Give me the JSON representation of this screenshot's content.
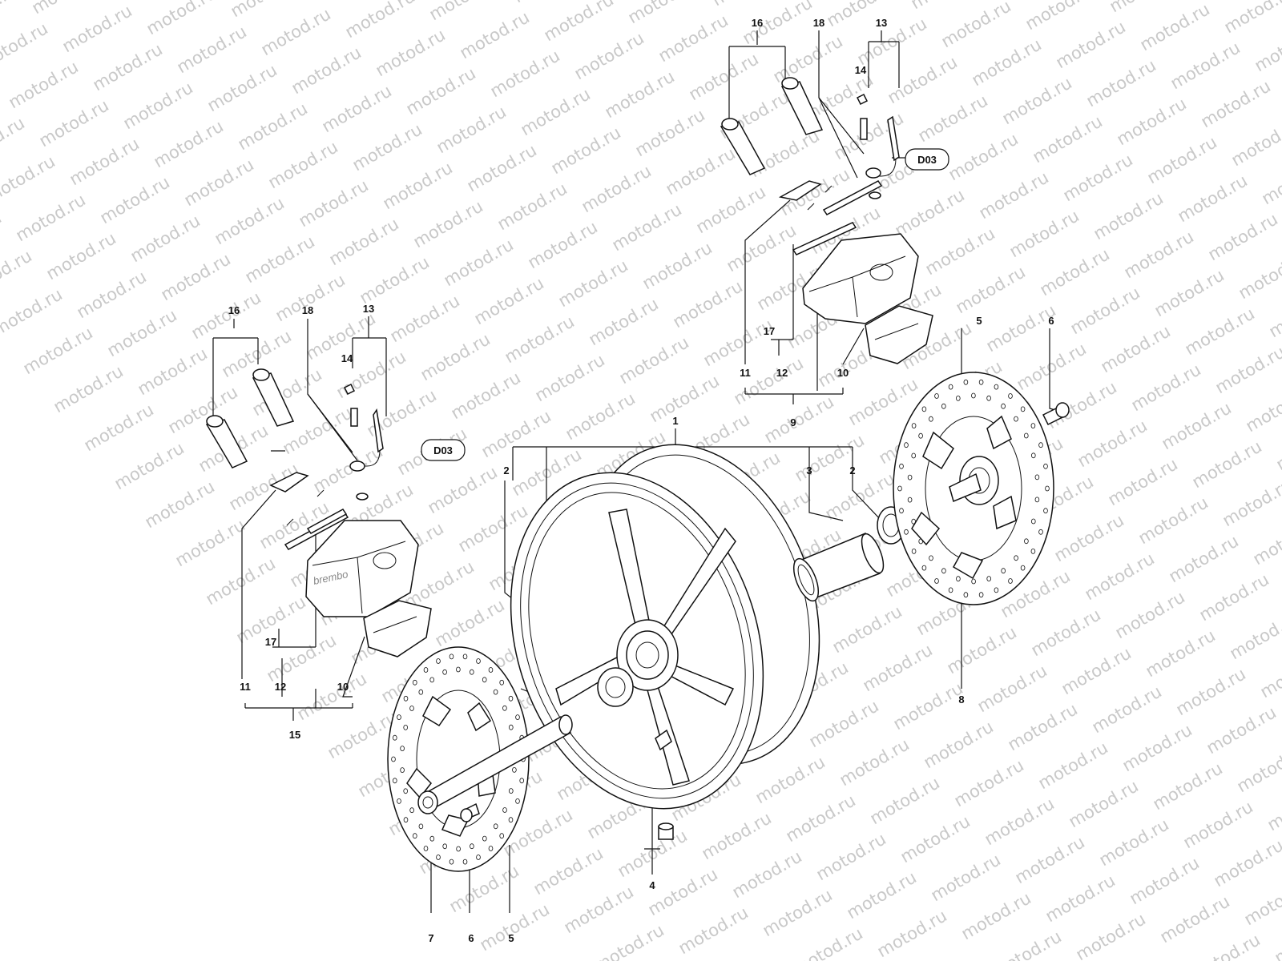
{
  "watermark": {
    "text": "motod.ru"
  },
  "callouts": {
    "c1": "1",
    "c2a": "2",
    "c2b": "2",
    "c3": "3",
    "c4": "4",
    "c5a": "5",
    "c5b": "5",
    "c6a": "6",
    "c6b": "6",
    "c7": "7",
    "c8": "8",
    "c9": "9",
    "c10a": "10",
    "c10b": "10",
    "c11a": "11",
    "c11b": "11",
    "c12a": "12",
    "c12b": "12",
    "c13a": "13",
    "c13b": "13",
    "c14a": "14",
    "c14b": "14",
    "c15": "15",
    "c16a": "16",
    "c16b": "16",
    "c17a": "17",
    "c17b": "17",
    "c18a": "18",
    "c18b": "18"
  },
  "references": {
    "ref_a": "D03",
    "ref_b": "D03"
  },
  "caliper_brand": "brembo",
  "colors": {
    "line": "#111111",
    "watermark": "#c9c9c9",
    "background": "#ffffff"
  }
}
